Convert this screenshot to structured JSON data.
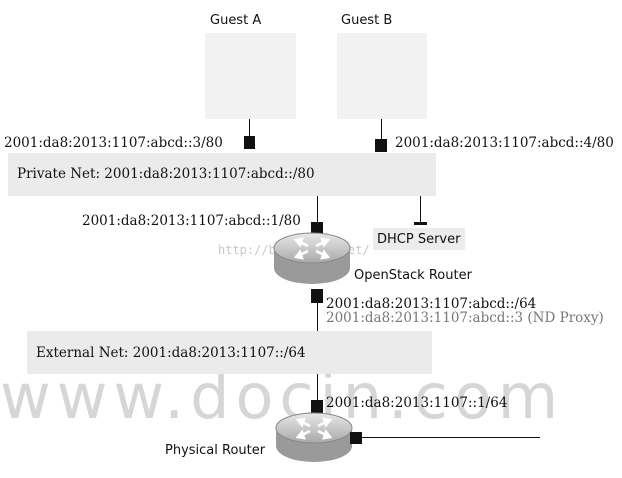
{
  "header": {
    "top_text": ""
  },
  "guests": [
    {
      "name": "Guest A",
      "addr": "2001:da8:2013:1107:abcd::3/80"
    },
    {
      "name": "Guest B",
      "addr": "2001:da8:2013:1107:abcd::4/80"
    }
  ],
  "private_net": {
    "label": "Private Net: 2001:da8:2013:1107:abcd::/80"
  },
  "router_private_addr": "2001:da8:2013:1107:abcd::1/80",
  "dhcp_server": {
    "label": "DHCP Server"
  },
  "openstack_router": {
    "label": "OpenStack Router",
    "external_addr": "2001:da8:2013:1107:abcd::/64",
    "nd_proxy_addr": "2001:da8:2013:1107:abcd::3 (ND Proxy)"
  },
  "external_net": {
    "label": "External Net: 2001:da8:2013:1107::/64"
  },
  "physical_router": {
    "label": "Physical Router",
    "addr": "2001:da8:2013:1107::1/64"
  },
  "watermark": {
    "text": "www.docin.com",
    "url": "http://blog.csdn.net/"
  }
}
